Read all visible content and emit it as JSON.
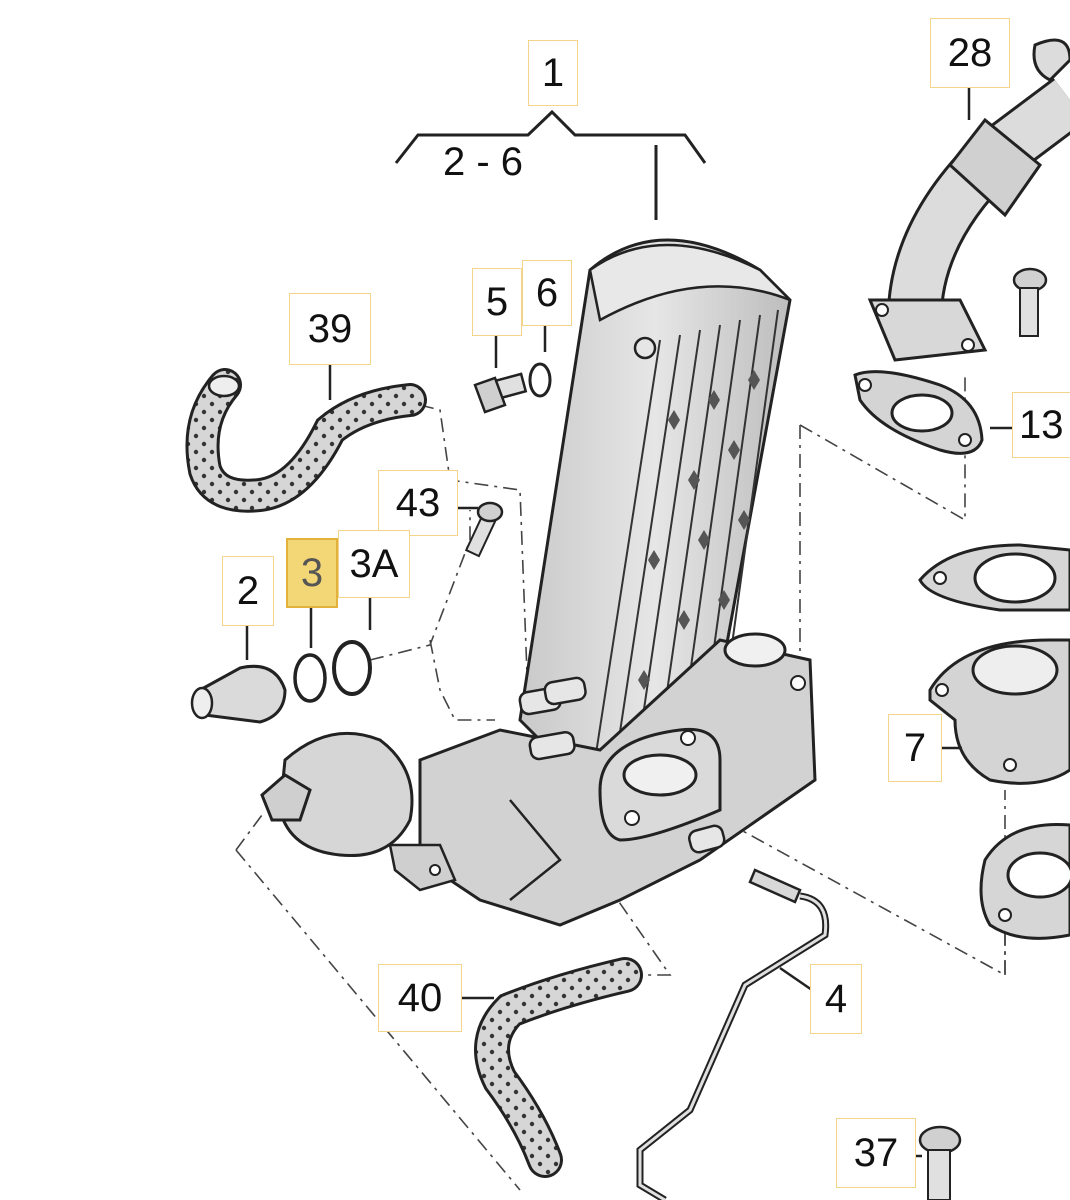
{
  "diagram": {
    "highlight_color": "#f3d675",
    "label_border_color": "#f2d48a",
    "line_color": "#222222",
    "part_fill": "#d9d9d9",
    "part_shade": "#b9b9b9",
    "group_label": "2 - 6",
    "callouts": {
      "c1": "1",
      "c28": "28",
      "c5": "5",
      "c6": "6",
      "c39": "39",
      "c13": "13",
      "c43": "43",
      "c3": "3",
      "c3a": "3A",
      "c2": "2",
      "c7": "7",
      "c40": "40",
      "c4": "4",
      "c37": "37"
    },
    "highlighted_callout": "3"
  }
}
